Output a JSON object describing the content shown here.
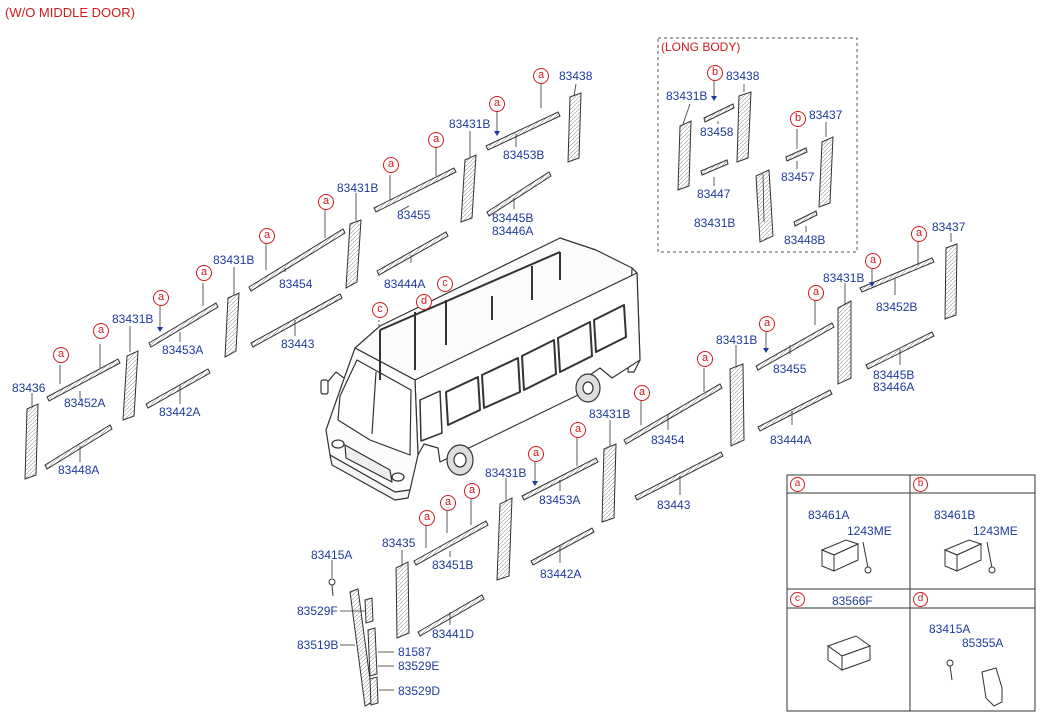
{
  "title": "(W/O MIDDLE DOOR)",
  "long_body": {
    "title": "(LONG BODY)",
    "parts": [
      "83431B",
      "83438",
      "83458",
      "83447",
      "83437",
      "83457",
      "83431B",
      "83448B"
    ],
    "callouts": [
      "b",
      "b"
    ]
  },
  "left_group": {
    "parts": [
      "83438",
      "83431B",
      "83453B",
      "83445B",
      "83446A",
      "83431B",
      "83455",
      "83444A",
      "83431B",
      "83454",
      "83443",
      "83431B",
      "83453A",
      "83442A",
      "83436",
      "83452A",
      "83448A"
    ]
  },
  "right_group": {
    "parts": [
      "83437",
      "83431B",
      "83452B",
      "83445B",
      "83446A",
      "83431B",
      "83455",
      "83444A",
      "83431B",
      "83454",
      "83443",
      "83431B",
      "83453A",
      "83442A",
      "83435",
      "83451B",
      "83441D"
    ]
  },
  "front_group": {
    "parts": [
      "83415A",
      "83529F",
      "83519B",
      "81587",
      "83529E",
      "83529D"
    ]
  },
  "bus_callouts": [
    "c",
    "d",
    "c"
  ],
  "callout_letter": "a",
  "legend": {
    "cells": [
      {
        "letter": "a",
        "parts": [
          "83461A",
          "1243ME"
        ]
      },
      {
        "letter": "b",
        "parts": [
          "83461B",
          "1243ME"
        ]
      },
      {
        "letter": "c",
        "parts": [
          "83566F"
        ]
      },
      {
        "letter": "d",
        "parts": [
          "83415A",
          "85355A"
        ]
      }
    ]
  },
  "colors": {
    "label": "#1e3a9e",
    "callout": "#d11a1a",
    "line": "#333333"
  }
}
